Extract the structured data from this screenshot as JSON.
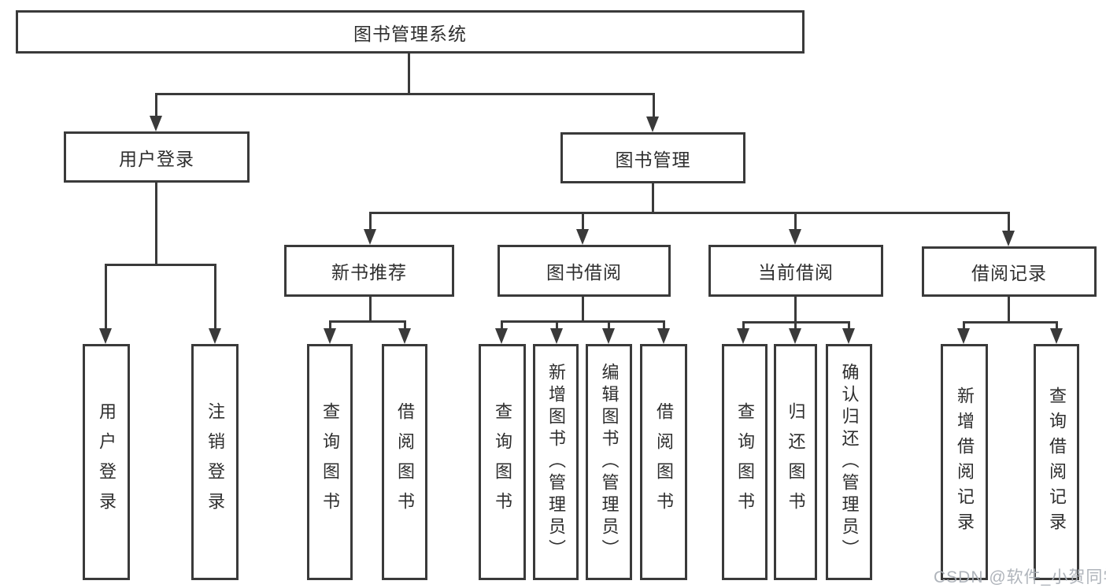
{
  "diagram_title": "图书管理系统",
  "tree": {
    "label": "图书管理系统",
    "children": [
      {
        "label": "用户登录",
        "children": [
          {
            "label": "用户登录"
          },
          {
            "label": "注销登录"
          }
        ]
      },
      {
        "label": "图书管理",
        "children": [
          {
            "label": "新书推荐",
            "children": [
              {
                "label": "查询图书"
              },
              {
                "label": "借阅图书"
              }
            ]
          },
          {
            "label": "图书借阅",
            "children": [
              {
                "label": "查询图书"
              },
              {
                "label": "新增图书（管理员）"
              },
              {
                "label": "编辑图书（管理员）"
              },
              {
                "label": "借阅图书"
              }
            ]
          },
          {
            "label": "当前借阅",
            "children": [
              {
                "label": "查询图书"
              },
              {
                "label": "归还图书"
              },
              {
                "label": "确认归还（管理员）"
              }
            ]
          },
          {
            "label": "借阅记录",
            "children": [
              {
                "label": "新增借阅记录"
              },
              {
                "label": "查询借阅记录"
              }
            ]
          }
        ]
      }
    ]
  },
  "watermark": {
    "text": "CSDN @软件_小贺同学"
  },
  "colors": {
    "line": "#3a3a3a",
    "text": "#2e2e2e",
    "background": "#ffffff",
    "watermark": "#a8aeb5"
  }
}
